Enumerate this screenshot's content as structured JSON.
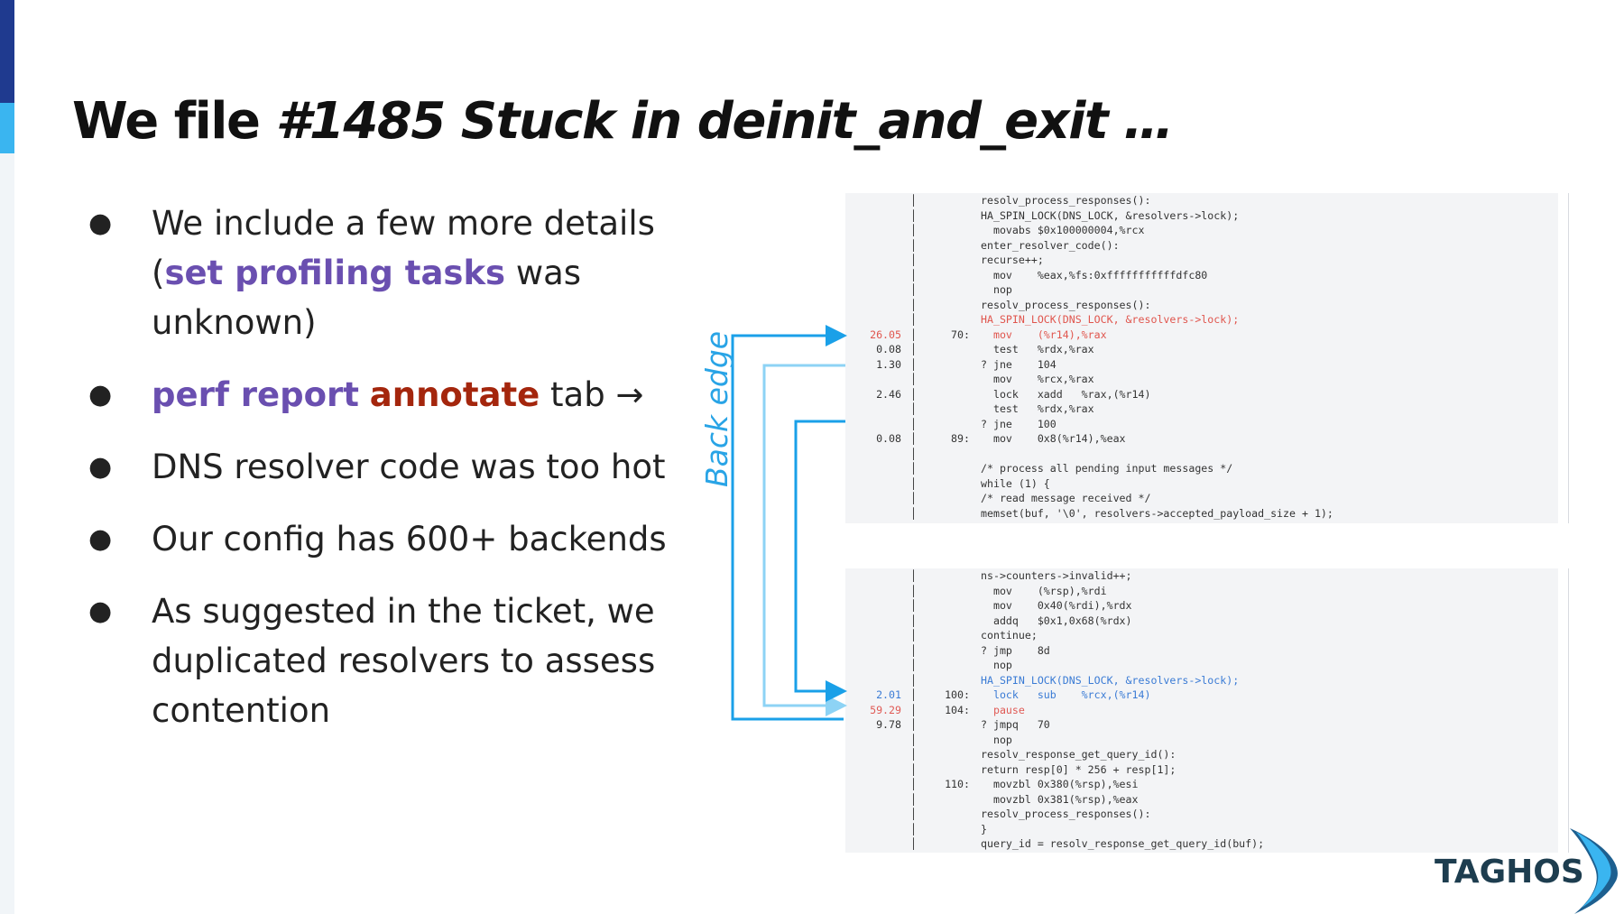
{
  "slide": {
    "title_prefix": "We file ",
    "title_emph": "#1485 Stuck in deinit_and_exit …"
  },
  "bullets": [
    {
      "parts": [
        {
          "text": "We include a few more details (",
          "style": "plain"
        },
        {
          "text": "set profiling tasks",
          "style": "purple"
        },
        {
          "text": " was unknown)",
          "style": "plain"
        }
      ]
    },
    {
      "parts": [
        {
          "text": "perf report",
          "style": "purple"
        },
        {
          "text": " ",
          "style": "plain"
        },
        {
          "text": "annotate",
          "style": "red"
        },
        {
          "text": " tab →",
          "style": "plain"
        }
      ]
    },
    {
      "parts": [
        {
          "text": "DNS resolver code was too hot",
          "style": "plain"
        }
      ]
    },
    {
      "parts": [
        {
          "text": "Our config has 600+ backends",
          "style": "plain"
        }
      ]
    },
    {
      "parts": [
        {
          "text": "As suggested in the ticket, we duplicated resolvers to assess contention",
          "style": "plain"
        }
      ]
    }
  ],
  "bullet_glyph": "●",
  "back_edge_label": "Back edge",
  "code_panel_top": [
    {
      "pct": "",
      "addr": "",
      "text": "resolv_process_responses():",
      "kind": "normal"
    },
    {
      "pct": "",
      "addr": "",
      "text": "HA_SPIN_LOCK(DNS_LOCK, &resolvers->lock);",
      "kind": "normal"
    },
    {
      "pct": "",
      "addr": "",
      "text": "  movabs $0x100000004,%rcx",
      "kind": "normal"
    },
    {
      "pct": "",
      "addr": "",
      "text": "enter_resolver_code():",
      "kind": "normal"
    },
    {
      "pct": "",
      "addr": "",
      "text": "recurse++;",
      "kind": "normal"
    },
    {
      "pct": "",
      "addr": "",
      "text": "  mov    %eax,%fs:0xfffffffffffdfc80",
      "kind": "normal"
    },
    {
      "pct": "",
      "addr": "",
      "text": "  nop",
      "kind": "normal"
    },
    {
      "pct": "",
      "addr": "",
      "text": "resolv_process_responses():",
      "kind": "normal"
    },
    {
      "pct": "",
      "addr": "",
      "text": "HA_SPIN_LOCK(DNS_LOCK, &resolvers->lock);",
      "kind": "hl"
    },
    {
      "pct": "26.05",
      "addr": "70:",
      "text": "  mov    (%r14),%rax",
      "kind": "hot"
    },
    {
      "pct": "0.08",
      "addr": "",
      "text": "  test   %rdx,%rax",
      "kind": "normal"
    },
    {
      "pct": "1.30",
      "addr": "",
      "text": "? jne    104",
      "kind": "normal"
    },
    {
      "pct": "",
      "addr": "",
      "text": "  mov    %rcx,%rax",
      "kind": "normal"
    },
    {
      "pct": "2.46",
      "addr": "",
      "text": "  lock   xadd   %rax,(%r14)",
      "kind": "normal"
    },
    {
      "pct": "",
      "addr": "",
      "text": "  test   %rdx,%rax",
      "kind": "normal"
    },
    {
      "pct": "",
      "addr": "",
      "text": "? jne    100",
      "kind": "normal"
    },
    {
      "pct": "0.08",
      "addr": "89:",
      "text": "  mov    0x8(%r14),%eax",
      "kind": "normal"
    },
    {
      "pct": "",
      "addr": "",
      "text": "",
      "kind": "normal"
    },
    {
      "pct": "",
      "addr": "",
      "text": "/* process all pending input messages */",
      "kind": "normal"
    },
    {
      "pct": "",
      "addr": "",
      "text": "while (1) {",
      "kind": "normal"
    },
    {
      "pct": "",
      "addr": "",
      "text": "/* read message received */",
      "kind": "normal"
    },
    {
      "pct": "",
      "addr": "",
      "text": "memset(buf, '\\0', resolvers->accepted_payload_size + 1);",
      "kind": "normal"
    }
  ],
  "code_panel_bottom": [
    {
      "pct": "",
      "addr": "",
      "text": "ns->counters->invalid++;",
      "kind": "normal"
    },
    {
      "pct": "",
      "addr": "",
      "text": "  mov    (%rsp),%rdi",
      "kind": "normal"
    },
    {
      "pct": "",
      "addr": "",
      "text": "  mov    0x40(%rdi),%rdx",
      "kind": "normal"
    },
    {
      "pct": "",
      "addr": "",
      "text": "  addq   $0x1,0x68(%rdx)",
      "kind": "normal"
    },
    {
      "pct": "",
      "addr": "",
      "text": "continue;",
      "kind": "normal"
    },
    {
      "pct": "",
      "addr": "",
      "text": "? jmp    8d",
      "kind": "normal"
    },
    {
      "pct": "",
      "addr": "",
      "text": "  nop",
      "kind": "normal"
    },
    {
      "pct": "",
      "addr": "",
      "text": "HA_SPIN_LOCK(DNS_LOCK, &resolvers->lock);",
      "kind": "bl"
    },
    {
      "pct": "2.01",
      "addr": "100:",
      "text": "  lock   sub    %rcx,(%r14)",
      "kind": "blue"
    },
    {
      "pct": "59.29",
      "addr": "104:",
      "text": "  pause",
      "kind": "hot2"
    },
    {
      "pct": "9.78",
      "addr": "",
      "text": "? jmpq   70",
      "kind": "normal"
    },
    {
      "pct": "",
      "addr": "",
      "text": "  nop",
      "kind": "normal"
    },
    {
      "pct": "",
      "addr": "",
      "text": "resolv_response_get_query_id():",
      "kind": "normal"
    },
    {
      "pct": "",
      "addr": "",
      "text": "return resp[0] * 256 + resp[1];",
      "kind": "normal"
    },
    {
      "pct": "",
      "addr": "110:",
      "text": "  movzbl 0x380(%rsp),%esi",
      "kind": "normal"
    },
    {
      "pct": "",
      "addr": "",
      "text": "  movzbl 0x381(%rsp),%eax",
      "kind": "normal"
    },
    {
      "pct": "",
      "addr": "",
      "text": "resolv_process_responses():",
      "kind": "normal"
    },
    {
      "pct": "",
      "addr": "",
      "text": "}",
      "kind": "normal"
    },
    {
      "pct": "",
      "addr": "",
      "text": "query_id = resolv_response_get_query_id(buf);",
      "kind": "normal"
    }
  ],
  "colors": {
    "arrow_dark": "#1aa0e8",
    "arrow_light": "#8dd3f5",
    "purple": "#6a4fb0",
    "red": "#a4260d",
    "accent_dark": "#1f3a8f",
    "accent_light": "#3ab5f0"
  },
  "logo": {
    "text": "TAGHOS"
  }
}
